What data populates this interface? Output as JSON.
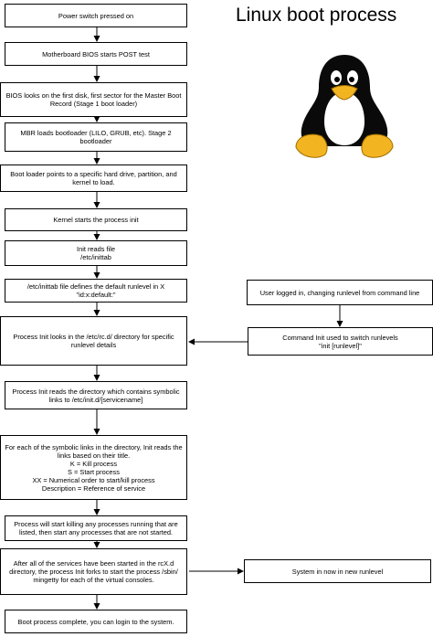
{
  "title": "Linux boot process",
  "icons": {
    "mascot": "tux-penguin-icon"
  },
  "steps": [
    "Power switch pressed on",
    "Motherboard BIOS starts POST test",
    "BIOS looks on the first disk, first sector for the Master Boot\nRecord (Stage 1 boot loader)",
    "MBR loads bootloader (LILO, GRUB, etc). Stage 2\nbootloader",
    "Boot loader points to a specific hard drive, partition, and\nkernel to load.",
    "Kernel starts the process init",
    "Init reads file\n/etc/inittab",
    "/etc/inittab file defines the default runlevel in X\n\"id:x:default:\"",
    "Process Init looks in the /etc/rc.d/ directory for specific\nrunlevel details",
    "Process Init reads the directory which contains symbolic\nlinks to /etc/init.d/[servicename]",
    "For each of the symbolic links in the directory, Init reads the\nlinks based on their title.\nK = Kill process\nS = Start process\nXX = Numerical order to start/kill process\nDescription = Reference of service",
    "Process will start killing any processes running that are\nlisted, then start any processes that are not started.",
    "After all of the services have been started in the rcX.d\ndirectory, the process Init forks to start the process /sbin/\nmingetty for each of the virtual consoles.",
    "Boot process complete, you can login to the system."
  ],
  "side": {
    "user_logged_in": "User logged in, changing runlevel from command line",
    "command_init": "Command Init used to switch runlevels\n\"init [runlevel]\"",
    "new_runlevel": "System in now in new runlevel"
  }
}
